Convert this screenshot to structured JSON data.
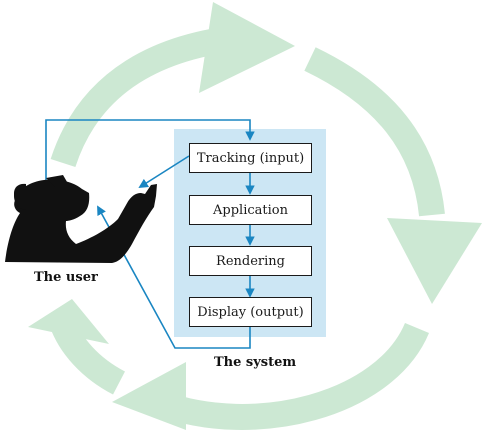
{
  "system": {
    "label": "The system",
    "steps": [
      {
        "label": "Tracking (input)"
      },
      {
        "label": "Application"
      },
      {
        "label": "Rendering"
      },
      {
        "label": "Display (output)"
      }
    ]
  },
  "user": {
    "label": "The user"
  },
  "colors": {
    "cycle_arrows": "#cce8d3",
    "system_panel": "#cce6f4",
    "connector": "#1a86c2",
    "box_border": "#1a1a1a",
    "silhouette": "#111111"
  }
}
